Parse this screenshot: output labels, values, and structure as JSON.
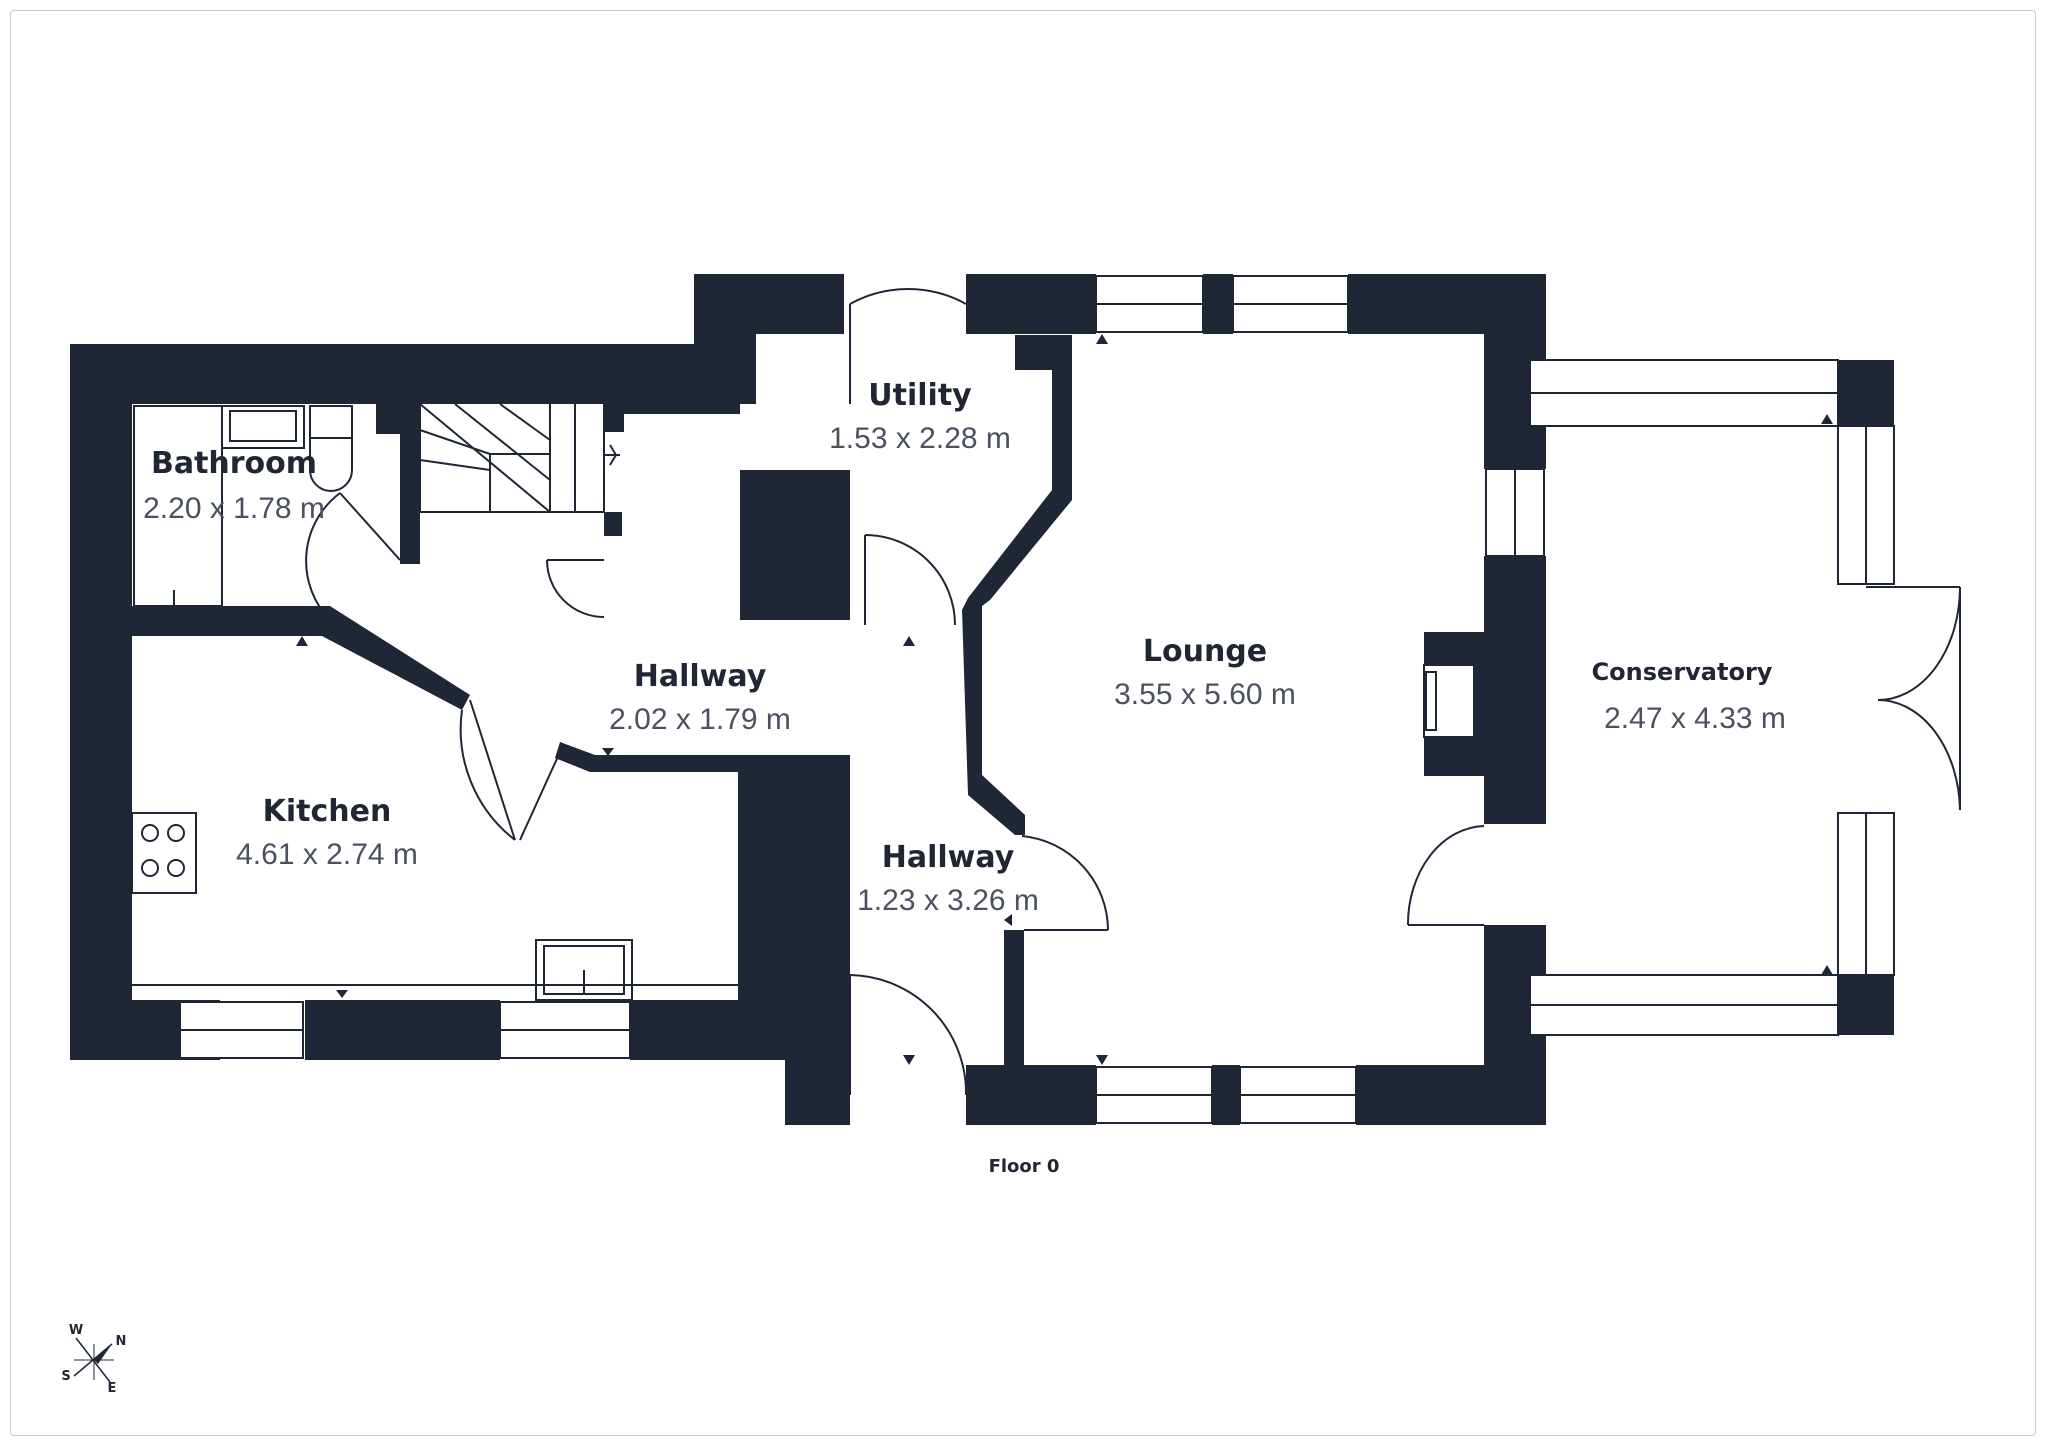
{
  "floor": {
    "label": "Floor 0"
  },
  "rooms": [
    {
      "id": "bathroom",
      "name": "Bathroom",
      "dimensions": "2.20 x 1.78 m"
    },
    {
      "id": "utility",
      "name": "Utility",
      "dimensions": "1.53 x 2.28 m"
    },
    {
      "id": "hallway-upper",
      "name": "Hallway",
      "dimensions": "2.02 x 1.79 m"
    },
    {
      "id": "kitchen",
      "name": "Kitchen",
      "dimensions": "4.61 x 2.74 m"
    },
    {
      "id": "hallway-lower",
      "name": "Hallway",
      "dimensions": "1.23 x 3.26 m"
    },
    {
      "id": "lounge",
      "name": "Lounge",
      "dimensions": "3.55 x 5.60 m"
    },
    {
      "id": "conservatory",
      "name": "Conservatory",
      "dimensions": "2.47 x 4.33 m"
    }
  ],
  "compass": {
    "north": "N",
    "east": "E",
    "south": "S",
    "west": "W"
  },
  "colors": {
    "wall": "#1f2736",
    "text": "#202633",
    "dimension_text": "#4b5160"
  }
}
